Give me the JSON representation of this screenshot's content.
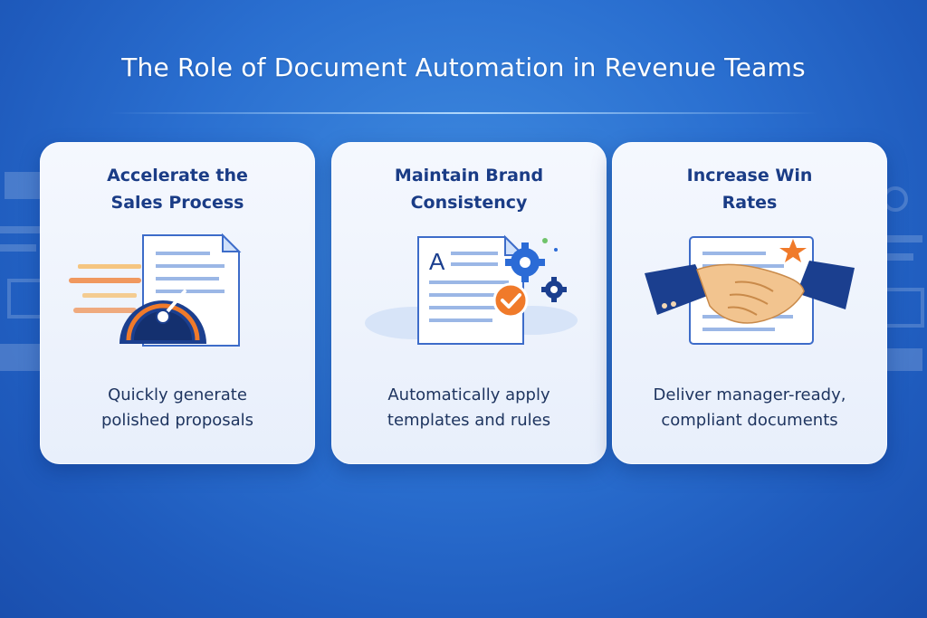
{
  "header": {
    "title": "The Role of Document Automation in Revenue Teams"
  },
  "cards": [
    {
      "title_line1": "Accelerate the",
      "title_line2": "Sales Process",
      "desc_line1": "Quickly generate",
      "desc_line2": "polished proposals",
      "icon": "speedometer-document-icon"
    },
    {
      "title_line1": "Maintain Brand",
      "title_line2": "Consistency",
      "desc_line1": "Automatically apply",
      "desc_line2": "templates and rules",
      "icon": "document-gears-check-icon"
    },
    {
      "title_line1": "Increase Win",
      "title_line2": "Rates",
      "desc_line1": "Deliver manager-ready,",
      "desc_line2": "compliant documents",
      "icon": "handshake-document-icon"
    }
  ],
  "doc_letter": "A",
  "colors": {
    "accent": "#1a3c86",
    "orange": "#f07a2a",
    "navy": "#1b3f8f",
    "bg": "#2a6fd0"
  }
}
